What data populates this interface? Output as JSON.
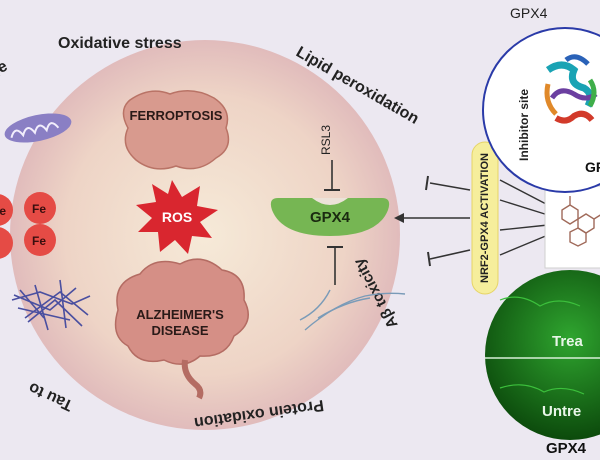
{
  "colors": {
    "background": "#ece8f1",
    "circle_center": "#f3e6d7",
    "circle_edge": "#d9b3b8",
    "ferroptosis_blob": "#d89a8e",
    "ros_star": "#d9262f",
    "gpx4_shape": "#76b653",
    "fe_dot": "#e54b45",
    "brain": "#d58f86",
    "activation_pill": "#f6ee9c",
    "green_micrograph": "#1f8a1f"
  },
  "ring_labels": {
    "top": "Oxidative stress",
    "top_right": "Lipid peroxidation",
    "bottom_right": "Aβ toxicity",
    "bottom": "Protein oxidation",
    "bottom_left": "Tau to",
    "top_left": "ge"
  },
  "center": {
    "ferroptosis": "FERROPTOSIS",
    "ros": "ROS",
    "gpx4": "GPX4",
    "rsl3": "RSL3",
    "alzheimers_line1": "ALZHEIMER'S",
    "alzheimers_line2": "DISEASE",
    "fe_labels": [
      "Fe",
      "Fe",
      "Fe"
    ]
  },
  "activation": {
    "label": "NRF2-GPX4 ACTIVATION"
  },
  "structure_panel": {
    "title": "GPX4",
    "inhibitor_label": "Inhibitor site",
    "bottom_label": "GP"
  },
  "micrograph": {
    "treated_label": "Trea",
    "untreated_label": "Untre",
    "caption": "GPX4"
  },
  "icons": [
    "mitochondrion-icon",
    "iron-ion-icon",
    "tau-tangle-icon",
    "ferroptosis-cell-icon",
    "ros-star-icon",
    "brain-icon",
    "gpx4-enzyme-icon",
    "amyloid-fiber-icon",
    "molecule-icon",
    "protein-structure-icon"
  ]
}
